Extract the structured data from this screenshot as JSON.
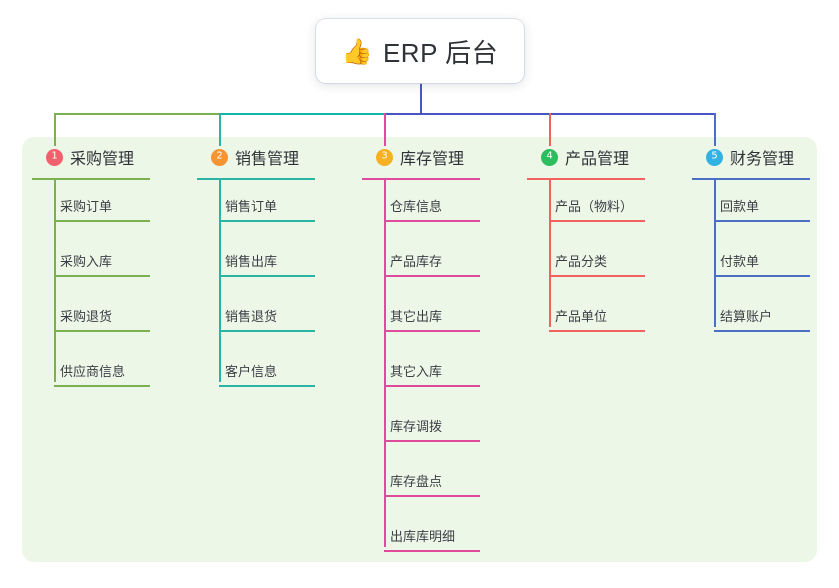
{
  "diagram": {
    "title": {
      "icon": "thumbs-up-icon",
      "emoji": "👍",
      "text": "ERP 后台"
    },
    "panel_color": "#edf7e8",
    "trunk_color": "#4a55c4",
    "columns": [
      {
        "index": "1",
        "label": "采购管理",
        "badge_color": "#f2606d",
        "line_color": "#7cb153",
        "bus_color": "#7cb153",
        "items": [
          "采购订单",
          "采购入库",
          "采购退货",
          "供应商信息"
        ]
      },
      {
        "index": "2",
        "label": "销售管理",
        "badge_color": "#f59432",
        "line_color": "#2bb3a3",
        "bus_color": "#12b5ac",
        "items": [
          "销售订单",
          "销售出库",
          "销售退货",
          "客户信息"
        ]
      },
      {
        "index": "3",
        "label": "库存管理",
        "badge_color": "#f5b023",
        "line_color": "#e1499d",
        "bus_color": "#4a55c4",
        "items": [
          "仓库信息",
          "产品库存",
          "其它出库",
          "其它入库",
          "库存调拨",
          "库存盘点",
          "出库库明细"
        ]
      },
      {
        "index": "4",
        "label": "产品管理",
        "badge_color": "#2cbe5e",
        "line_color": "#f4625f",
        "bus_color": "#4a55c4",
        "items": [
          "产品（物料）",
          "产品分类",
          "产品单位"
        ]
      },
      {
        "index": "5",
        "label": "财务管理",
        "badge_color": "#32b2e3",
        "line_color": "#4a6fc4",
        "bus_color": "#4a55c4",
        "items": [
          "回款单",
          "付款单",
          "结算账户"
        ]
      }
    ]
  }
}
